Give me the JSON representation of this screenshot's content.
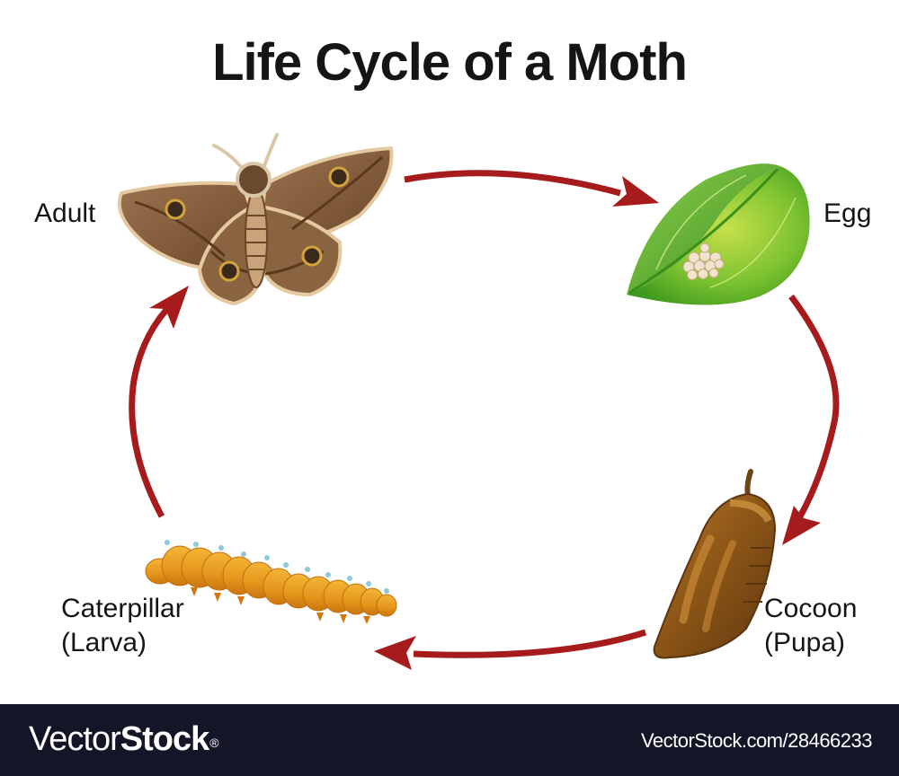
{
  "diagram": {
    "title": "Life Cycle of a Moth",
    "arrow_color": "#a61c1c",
    "stages": [
      {
        "id": "adult",
        "label": "Adult",
        "illustration": "moth-icon"
      },
      {
        "id": "egg",
        "label": "Egg",
        "illustration": "leaf-with-eggs-icon"
      },
      {
        "id": "cocoon",
        "label_line1": "Cocoon",
        "label_line2": "(Pupa)",
        "illustration": "cocoon-icon"
      },
      {
        "id": "caterpillar",
        "label_line1": "Caterpillar",
        "label_line2": "(Larva)",
        "illustration": "caterpillar-icon"
      }
    ],
    "flow": [
      {
        "from": "Adult",
        "to": "Egg"
      },
      {
        "from": "Egg",
        "to": "Cocoon (Pupa)"
      },
      {
        "from": "Cocoon (Pupa)",
        "to": "Caterpillar (Larva)"
      },
      {
        "from": "Caterpillar (Larva)",
        "to": "Adult"
      }
    ]
  },
  "footer": {
    "brand_light": "Vector",
    "brand_bold": "Stock",
    "brand_mark": "®",
    "url": "VectorStock.com/28466233",
    "background": "#141627"
  }
}
